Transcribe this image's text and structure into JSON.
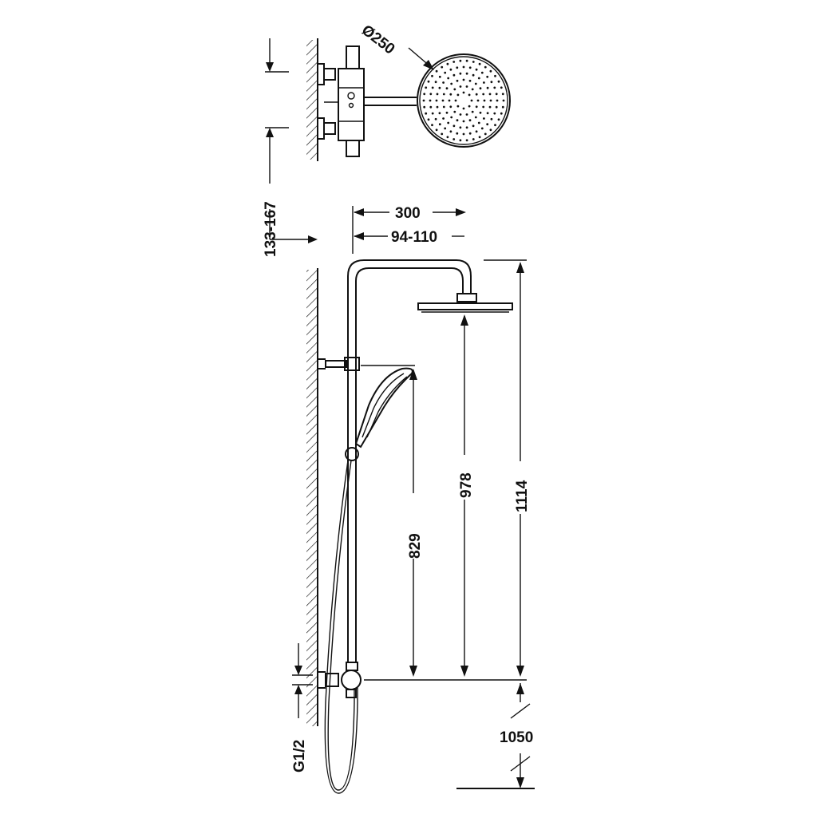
{
  "dimensions": {
    "head_diameter": "Ø250",
    "wall_depth": "133-167",
    "arm_projection": "300",
    "bar_offset": "94-110",
    "head_height": "978",
    "total_height": "1114",
    "holder_height": "829",
    "floor_height": "1050",
    "connection_thread": "G1/2"
  }
}
